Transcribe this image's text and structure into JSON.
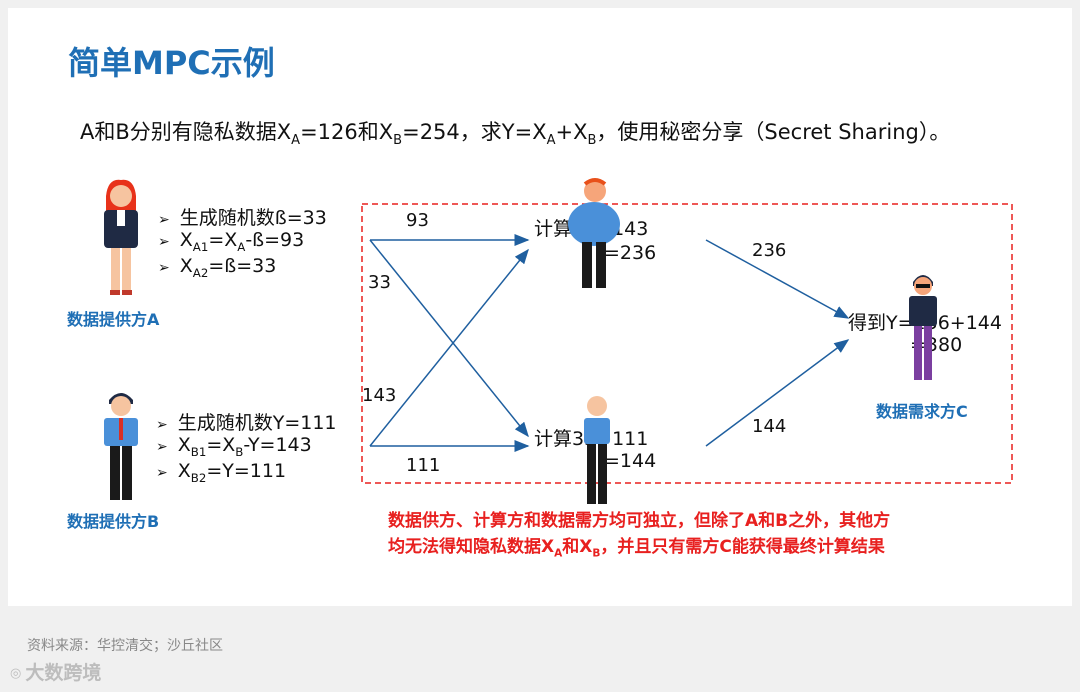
{
  "title": "简单MPC示例",
  "description": {
    "part1": "A和B分别有隐私数据X",
    "sub_a": "A",
    "part2": "=126和X",
    "sub_b": "B",
    "part3": "=254，求Y=X",
    "sub_a2": "A",
    "part4": "+X",
    "sub_b2": "B",
    "part5": "，使用秘密分享（Secret Sharing）。"
  },
  "provider_a": {
    "label": "数据提供方A",
    "line1": "生成随机数ß=33",
    "line2_pre": "X",
    "line2_sub1": "A1",
    "line2_mid": "=X",
    "line2_sub2": "A",
    "line2_post": "-ß=93",
    "line3_pre": "X",
    "line3_sub": "A2",
    "line3_post": "=ß=33"
  },
  "provider_b": {
    "label": "数据提供方B",
    "line1": "生成随机数Y=111",
    "line2_pre": "X",
    "line2_sub1": "B1",
    "line2_mid": "=X",
    "line2_sub2": "B",
    "line2_post": "-Y=143",
    "line3_pre": "X",
    "line3_sub": "B2",
    "line3_post": "=Y=111"
  },
  "edges": {
    "a_to_top": "93",
    "a_to_bottom": "33",
    "b_to_top": "143",
    "b_to_bottom": "111",
    "top_to_c": "236",
    "bottom_to_c": "144"
  },
  "calc_top": {
    "line1": "计算93+143",
    "line2": "=236"
  },
  "calc_bottom": {
    "line1": "计算33+111",
    "line2": "=144"
  },
  "consumer": {
    "line1": "得到Y=236+144",
    "line2": "=380",
    "label": "数据需求方C"
  },
  "note": {
    "line1": "数据供方、计算方和数据需方均可独立，但除了A和B之外，其他方",
    "line2_pre": "均无法得知隐私数据X",
    "sub_a": "A",
    "line2_mid": "和X",
    "sub_b": "B",
    "line2_post": "，并且只有需方C能获得最终计算结果"
  },
  "source": "资料来源：华控清交；沙丘社区",
  "watermark": "大数跨境",
  "colors": {
    "title": "#1f6fb5",
    "arrow": "#1f5f9f",
    "dashed_box": "#e8201f",
    "note": "#e8201f"
  }
}
